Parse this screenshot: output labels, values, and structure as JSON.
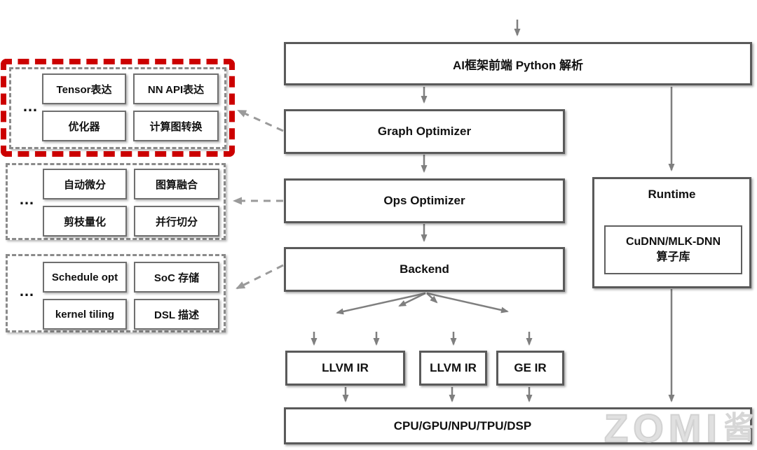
{
  "groups": [
    {
      "name": "frontend-modules",
      "ellipsis": "…",
      "highlighted": true,
      "items": [
        "Tensor表达",
        "NN API表达",
        "优化器",
        "计算图转换"
      ]
    },
    {
      "name": "graph-modules",
      "ellipsis": "…",
      "highlighted": false,
      "items": [
        "自动微分",
        "图算融合",
        "剪枝量化",
        "并行切分"
      ]
    },
    {
      "name": "backend-modules",
      "ellipsis": "…",
      "highlighted": false,
      "items": [
        "Schedule opt",
        "SoC 存储",
        "kernel tiling",
        "DSL 描述"
      ]
    }
  ],
  "pipeline": {
    "frontend": "AI框架前端 Python 解析",
    "graph_optimizer": "Graph Optimizer",
    "ops_optimizer": "Ops Optimizer",
    "backend": "Backend",
    "runtime": {
      "title": "Runtime",
      "library_line1": "CuDNN/MLK-DNN",
      "library_line2": "算子库"
    },
    "irs": [
      "LLVM IR",
      "LLVM IR",
      "GE IR"
    ],
    "hardware": "CPU/GPU/NPU/TPU/DSP"
  },
  "watermark": {
    "text": "ZOMI",
    "seal": "酱"
  },
  "colors": {
    "highlight_red": "#cc0000",
    "box_border": "#5a5a5a",
    "arrow_gray": "#7f7f7f",
    "watermark_gray": "#d6d6d6"
  }
}
